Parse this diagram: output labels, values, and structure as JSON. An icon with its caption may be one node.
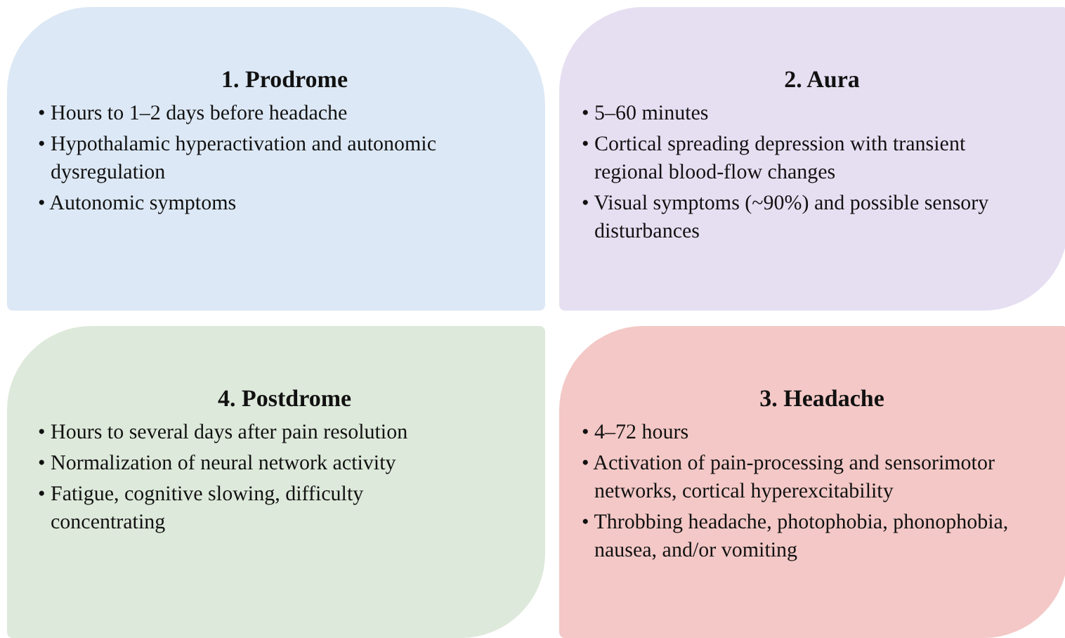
{
  "diagram": {
    "nodes": [
      {
        "text": [
          "1. Prodrome",
          "• Hours to 1–2 days before headache",
          "• Hypothalamic hyperactivation and autonomic dysregulation",
          "• Autonomic symptoms"
        ]
      },
      {
        "text": [
          "2. Aura",
          "• 5–60 minutes",
          "• Cortical spreading depression with transient regional blood-flow changes",
          "• Visual symptoms (~90%) and possible sensory disturbances"
        ]
      },
      {
        "text": [
          "4. Postdrome",
          "• Hours to several days after pain resolution",
          "• Normalization of neural network activity",
          "• Fatigue, cognitive slowing, difficulty concentrating"
        ]
      },
      {
        "text": [
          "3. Headache",
          "• 4–72 hours",
          "• Activation of pain-processing and sensorimotor networks, cortical hyperexcitability",
          "• Throbbing headache, photophobia, phonophobia, nausea, and/or vomiting"
        ]
      }
    ]
  }
}
